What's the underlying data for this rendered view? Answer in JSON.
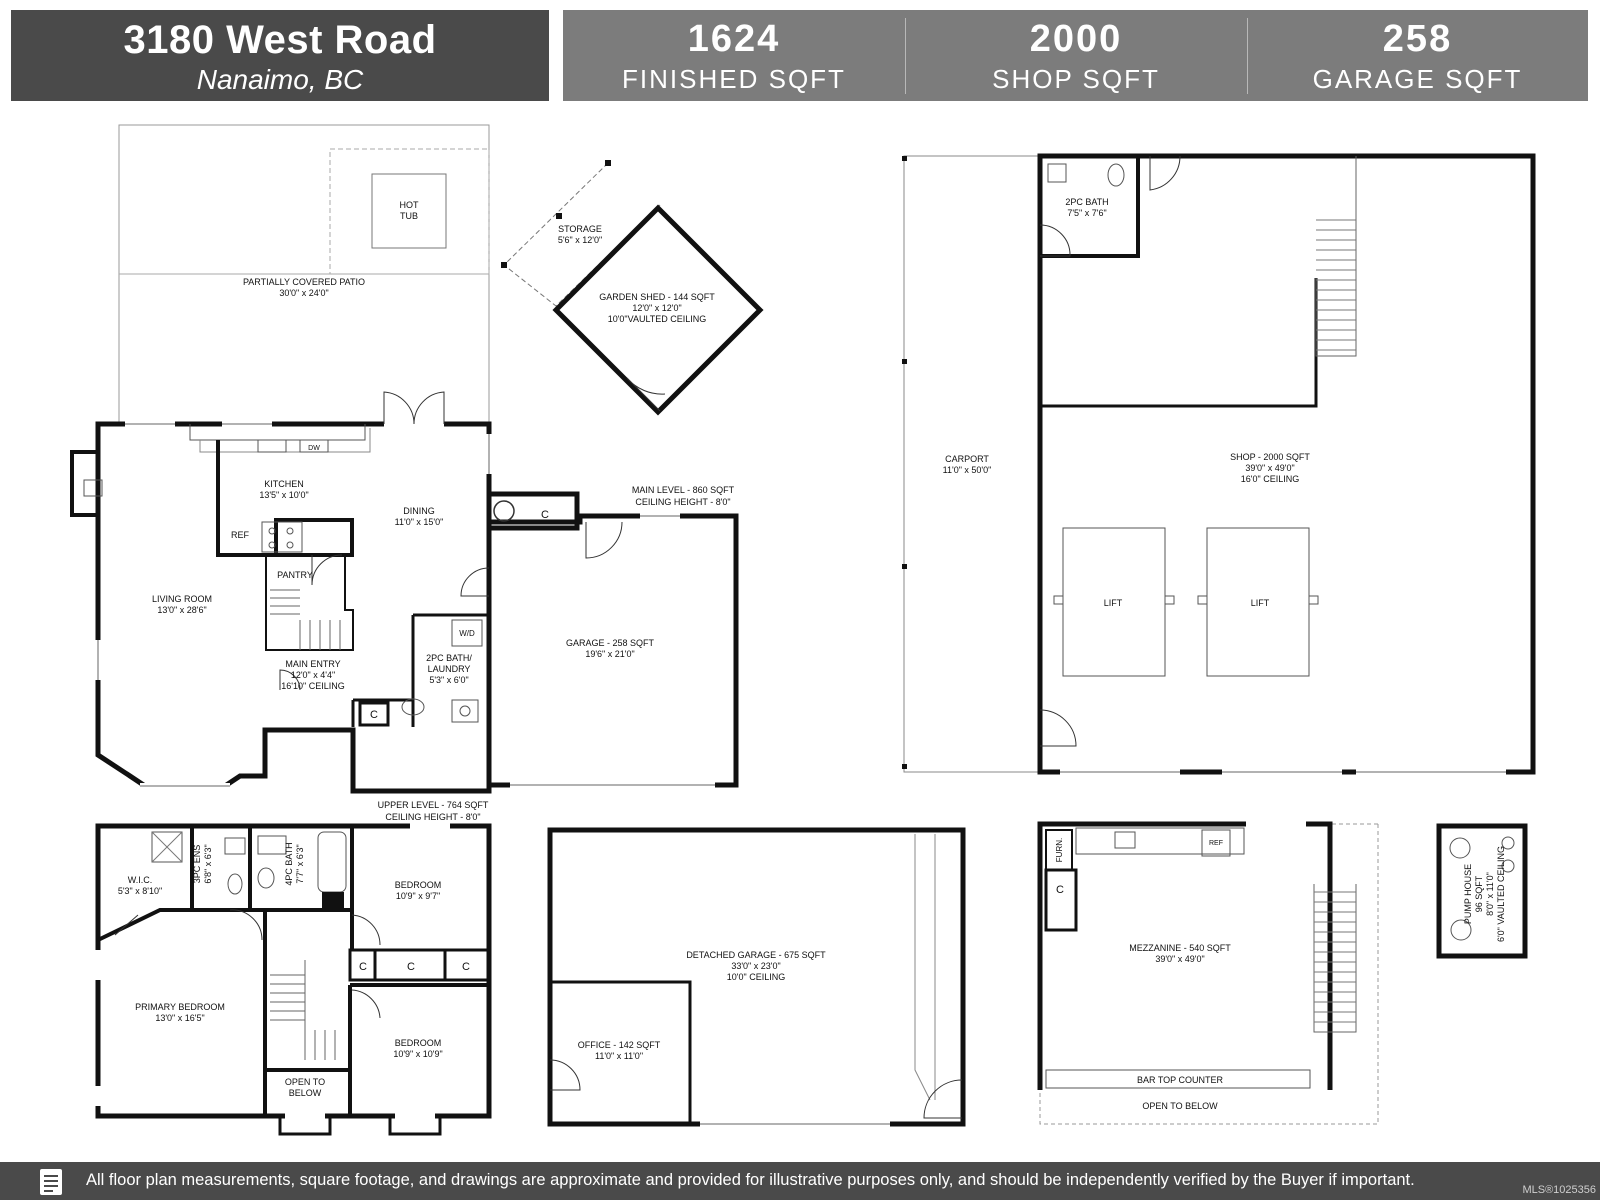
{
  "header": {
    "address": "3180 West Road",
    "city": "Nanaimo, BC",
    "stats": [
      {
        "value": "1624",
        "label": "FINISHED SQFT"
      },
      {
        "value": "2000",
        "label": "SHOP SQFT"
      },
      {
        "value": "258",
        "label": "GARAGE SQFT"
      }
    ]
  },
  "main_house": {
    "patio": {
      "name": "PARTIALLY COVERED PATIO",
      "dims": "30'0\" x 24'0\""
    },
    "hot_tub": {
      "line1": "HOT",
      "line2": "TUB"
    },
    "kitchen": {
      "name": "KITCHEN",
      "dims": "13'5\" x 10'0\""
    },
    "dw": "DW",
    "ref": "REF",
    "dining": {
      "name": "DINING",
      "dims": "11'0\" x 15'0\""
    },
    "living": {
      "name": "LIVING ROOM",
      "dims": "13'0\" x 28'6\""
    },
    "pantry": "PANTRY",
    "main_entry": {
      "name": "MAIN ENTRY",
      "dims": "12'0\" x 4'4\"",
      "ceiling": "16'10\" CEILING"
    },
    "bath_laundry": {
      "line1": "2PC BATH/",
      "line2": "LAUNDRY",
      "dims": "5'3\" x 6'0\""
    },
    "wd": "W/D",
    "closet": "C",
    "garage": {
      "name": "GARAGE - 258 SQFT",
      "dims": "19'6\" x 21'0\""
    },
    "level": {
      "line1": "MAIN LEVEL - 860 SQFT",
      "line2": "CEILING HEIGHT - 8'0\""
    }
  },
  "storage": {
    "name": "STORAGE",
    "dims": "5'6\" x 12'0\""
  },
  "garden_shed": {
    "name": "GARDEN SHED - 144 SQFT",
    "dims": "12'0\" x 12'0\"",
    "ceiling": "10'0\"VAULTED CEILING"
  },
  "upper_level": {
    "level": {
      "line1": "UPPER LEVEL - 764 SQFT",
      "line2": "CEILING HEIGHT - 8'0\""
    },
    "wic": {
      "name": "W.I.C.",
      "dims": "5'3\" x 8'10\""
    },
    "ens": {
      "name": "3PC ENS",
      "dims": "6'8\" x 6'3\""
    },
    "bath": {
      "name": "4PC BATH",
      "dims": "7'7\" x 6'3\""
    },
    "bedroom1": {
      "name": "BEDROOM",
      "dims": "10'9\" x 9'7\""
    },
    "primary": {
      "name": "PRIMARY BEDROOM",
      "dims": "13'0\" x 16'5\""
    },
    "bedroom2": {
      "name": "BEDROOM",
      "dims": "10'9\" x 10'9\""
    },
    "open": {
      "line1": "OPEN TO",
      "line2": "BELOW"
    },
    "closet": "C"
  },
  "detached_garage": {
    "name": "DETACHED GARAGE - 675 SQFT",
    "dims": "33'0\" x 23'0\"",
    "ceiling": "10'0\" CEILING",
    "office": {
      "name": "OFFICE - 142 SQFT",
      "dims": "11'0\" x 11'0\""
    }
  },
  "shop": {
    "carport": {
      "name": "CARPORT",
      "dims": "11'0\" x 50'0\""
    },
    "bath": {
      "name": "2PC BATH",
      "dims": "7'5\" x 7'6\""
    },
    "main": {
      "name": "SHOP - 2000 SQFT",
      "dims": "39'0\" x 49'0\"",
      "ceiling": "16'0\" CEILING"
    },
    "lift": "LIFT"
  },
  "mezzanine": {
    "name": "MEZZANINE - 540 SQFT",
    "dims": "39'0\" x 49'0\"",
    "furn": "FURN.",
    "ref": "REF",
    "closet": "C",
    "counter": "BAR TOP COUNTER",
    "open": "OPEN TO BELOW"
  },
  "pump_house": {
    "name": "PUMP HOUSE",
    "sqft": "96 SQFT",
    "dims": "8'0\" x 11'0\"",
    "ceiling": "6'0\" VAULTED CEILING"
  },
  "footer": {
    "disclaimer": "All floor plan measurements, square footage, and drawings are approximate and provided for illustrative purposes only, and should be independently verified by the Buyer if important.",
    "mls": "MLS®1025356"
  }
}
